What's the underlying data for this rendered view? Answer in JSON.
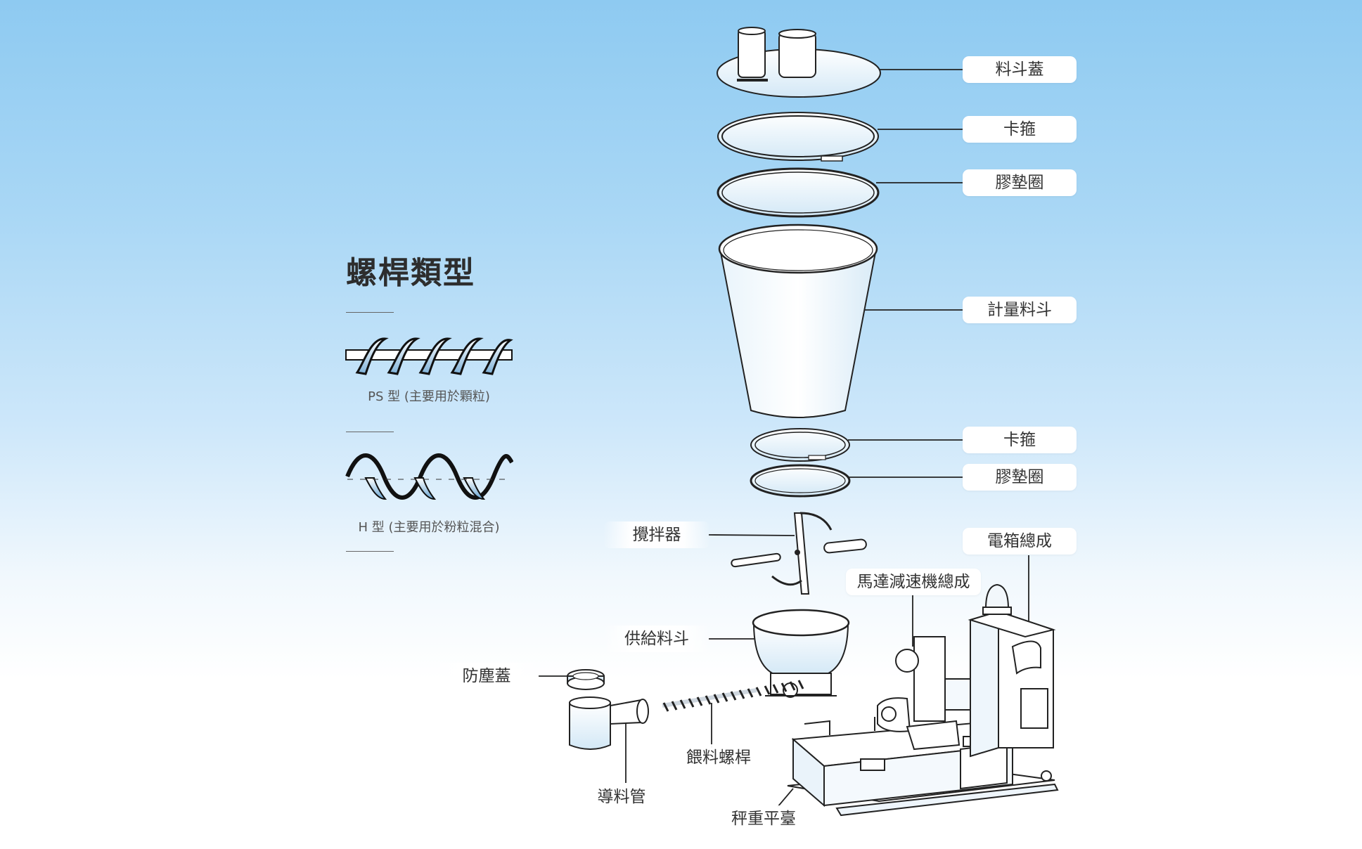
{
  "screw_types": {
    "title": "螺桿類型",
    "ps_caption": "PS 型 (主要用於顆粒)",
    "h_caption": "H 型 (主要用於粉粒混合)"
  },
  "parts": {
    "hopper_lid": "料斗蓋",
    "clamp_top": "卡箍",
    "gasket_top": "膠墊圈",
    "metering_hopper": "計量料斗",
    "clamp_bottom": "卡箍",
    "gasket_bottom": "膠墊圈",
    "agitator": "攪拌器",
    "electric_box": "電箱總成",
    "motor_reducer": "馬達減速機總成",
    "supply_hopper": "供給料斗",
    "dust_cover": "防塵蓋",
    "feed_screw": "餵料螺桿",
    "guide_tube": "導料管",
    "weighing_platform": "秤重平臺"
  }
}
